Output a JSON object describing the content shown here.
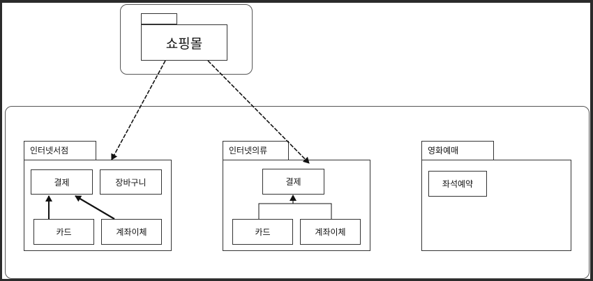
{
  "diagram": {
    "root_package": {
      "name": "쇼핑몰"
    },
    "packages": [
      {
        "name": "인터넷서점",
        "classes": [
          "결제",
          "장바구니",
          "카드",
          "계좌이체"
        ]
      },
      {
        "name": "인터넷의류",
        "classes": [
          "결제",
          "카드",
          "계좌이체"
        ]
      },
      {
        "name": "영화예매",
        "classes": [
          "좌석예약"
        ]
      }
    ]
  }
}
